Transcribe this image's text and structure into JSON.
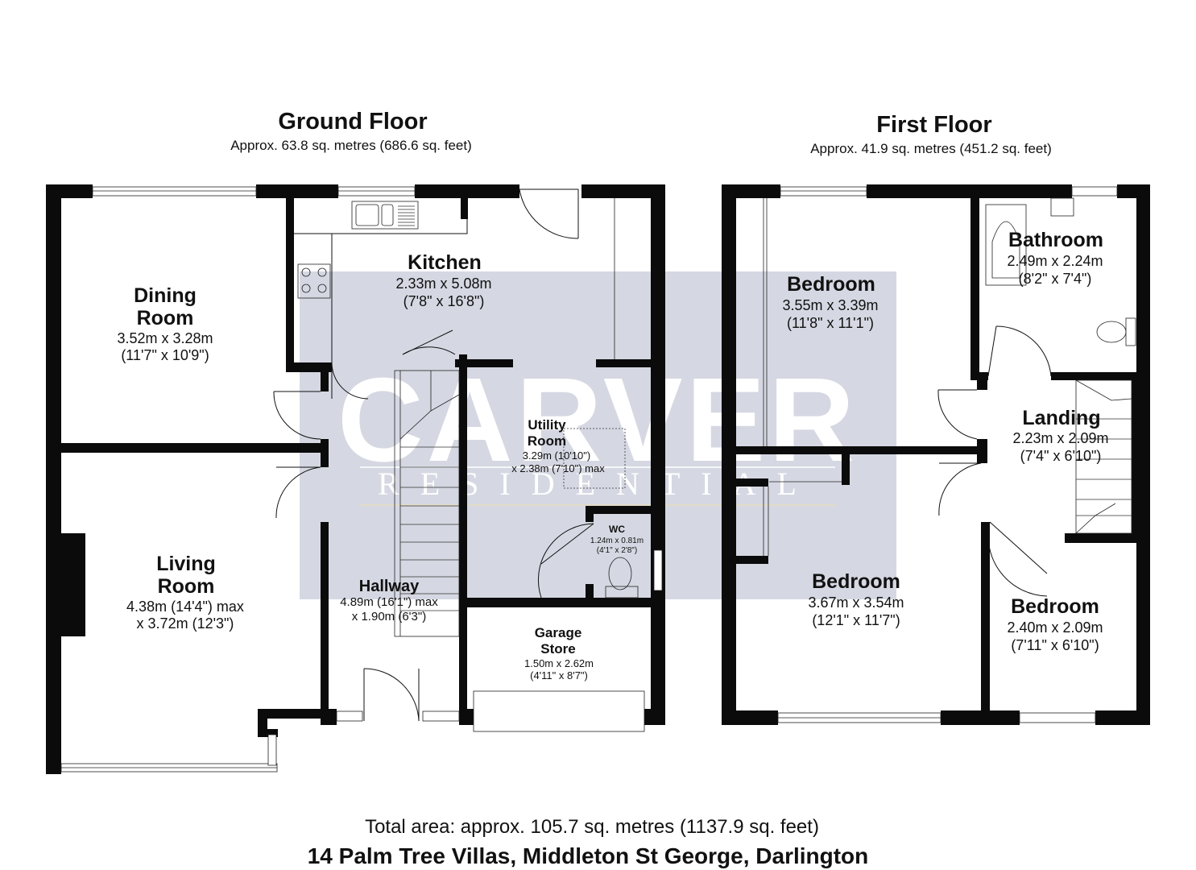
{
  "ground_floor": {
    "title": "Ground Floor",
    "area": "Approx. 63.8 sq. metres (686.6 sq. feet)",
    "rooms": {
      "dining": {
        "name1": "Dining",
        "name2": "Room",
        "dim1": "3.52m x 3.28m",
        "dim2": "(11'7\" x 10'9\")"
      },
      "kitchen": {
        "name1": "Kitchen",
        "dim1": "2.33m x 5.08m",
        "dim2": "(7'8\" x 16'8\")"
      },
      "living": {
        "name1": "Living",
        "name2": "Room",
        "dim1": "4.38m (14'4\") max",
        "dim2": "x 3.72m (12'3\")"
      },
      "utility": {
        "name1": "Utility",
        "name2": "Room",
        "dim1": "3.29m (10'10\")",
        "dim2": "x 2.38m (7'10\") max"
      },
      "wc": {
        "name1": "WC",
        "dim1": "1.24m x 0.81m",
        "dim2": "(4'1\" x 2'8\")"
      },
      "hallway": {
        "name1": "Hallway",
        "dim1": "4.89m (16'1\") max",
        "dim2": "x 1.90m (6'3\")"
      },
      "garage": {
        "name1": "Garage",
        "name2": "Store",
        "dim1": "1.50m x 2.62m",
        "dim2": "(4'11\" x 8'7\")"
      }
    }
  },
  "first_floor": {
    "title": "First Floor",
    "area": "Approx. 41.9 sq. metres (451.2 sq. feet)",
    "rooms": {
      "bedroom1": {
        "name1": "Bedroom",
        "dim1": "3.55m x 3.39m",
        "dim2": "(11'8\" x 11'1\")"
      },
      "bathroom": {
        "name1": "Bathroom",
        "dim1": "2.49m x 2.24m",
        "dim2": "(8'2\" x 7'4\")"
      },
      "landing": {
        "name1": "Landing",
        "dim1": "2.23m x 2.09m",
        "dim2": "(7'4\" x 6'10\")"
      },
      "bedroom2": {
        "name1": "Bedroom",
        "dim1": "3.67m x 3.54m",
        "dim2": "(12'1\" x 11'7\")"
      },
      "bedroom3": {
        "name1": "Bedroom",
        "dim1": "2.40m x 2.09m",
        "dim2": "(7'11\" x 6'10\")"
      }
    }
  },
  "watermark": {
    "line1": "CARVER",
    "line2": "RESIDENTIAL"
  },
  "footer": {
    "total_area": "Total area: approx. 105.7 sq. metres (1137.9 sq. feet)",
    "address": "14 Palm Tree Villas, Middleton St George, Darlington"
  },
  "colors": {
    "wall": "#0b0b0b",
    "watermark_panel": "#d5d8e2",
    "watermark_text": "#ffffff"
  }
}
